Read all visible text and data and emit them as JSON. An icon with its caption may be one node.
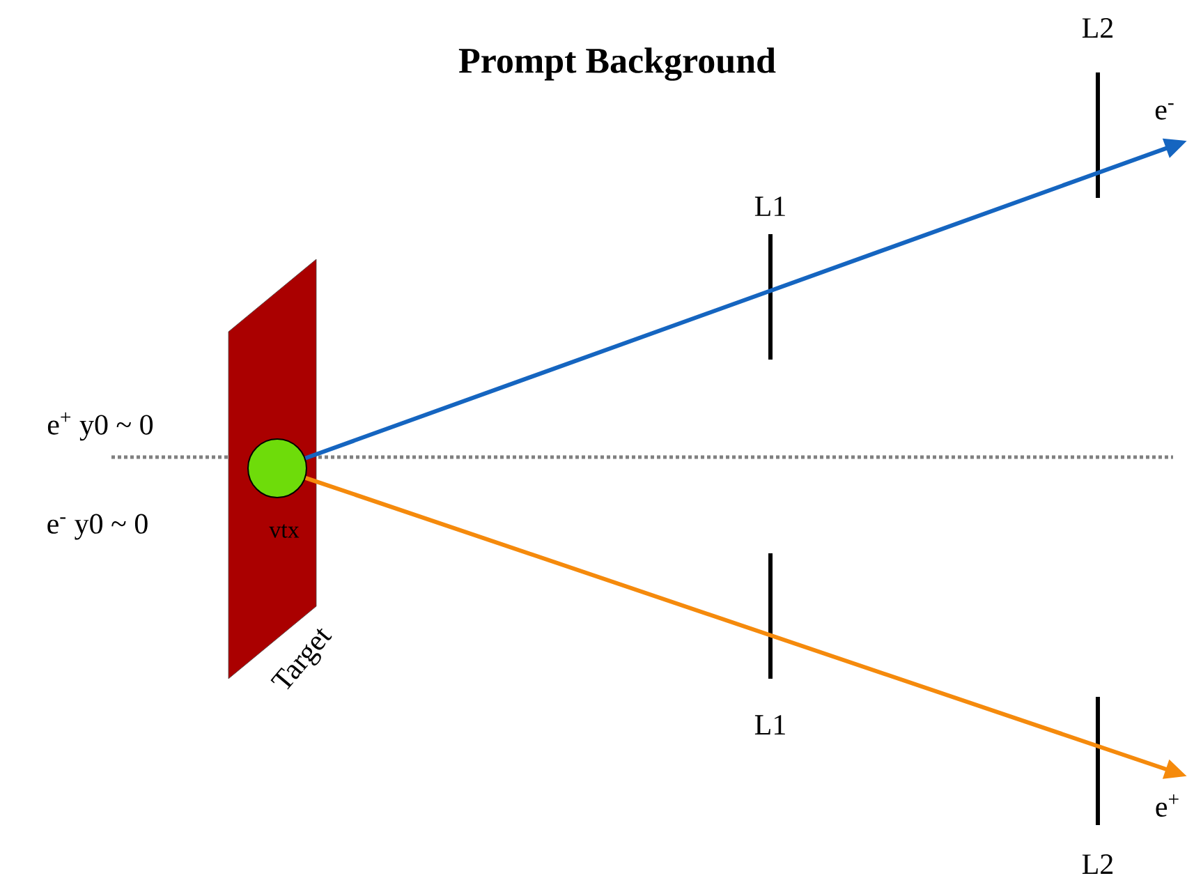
{
  "diagram": {
    "title": "Prompt Background",
    "nodes": [
      {
        "text": [
          "Target"
        ]
      },
      {
        "text": [],
        "shape": "circle",
        "in": 0
      }
    ],
    "edges": [
      {
        "from": 1,
        "to": null,
        "arrow": "to",
        "label": "e$^{-}$",
        "color": "#1565c0"
      },
      {
        "from": 1,
        "to": null,
        "arrow": "to",
        "label": "e$^{+}$",
        "color": "#f58a0c"
      }
    ],
    "labels": [
      "L2",
      "L1",
      "e$^{+}$ y0 ~ 0",
      "e$^{-}$ y0 ~ 0",
      "vtx",
      "L1",
      "L2"
    ]
  }
}
